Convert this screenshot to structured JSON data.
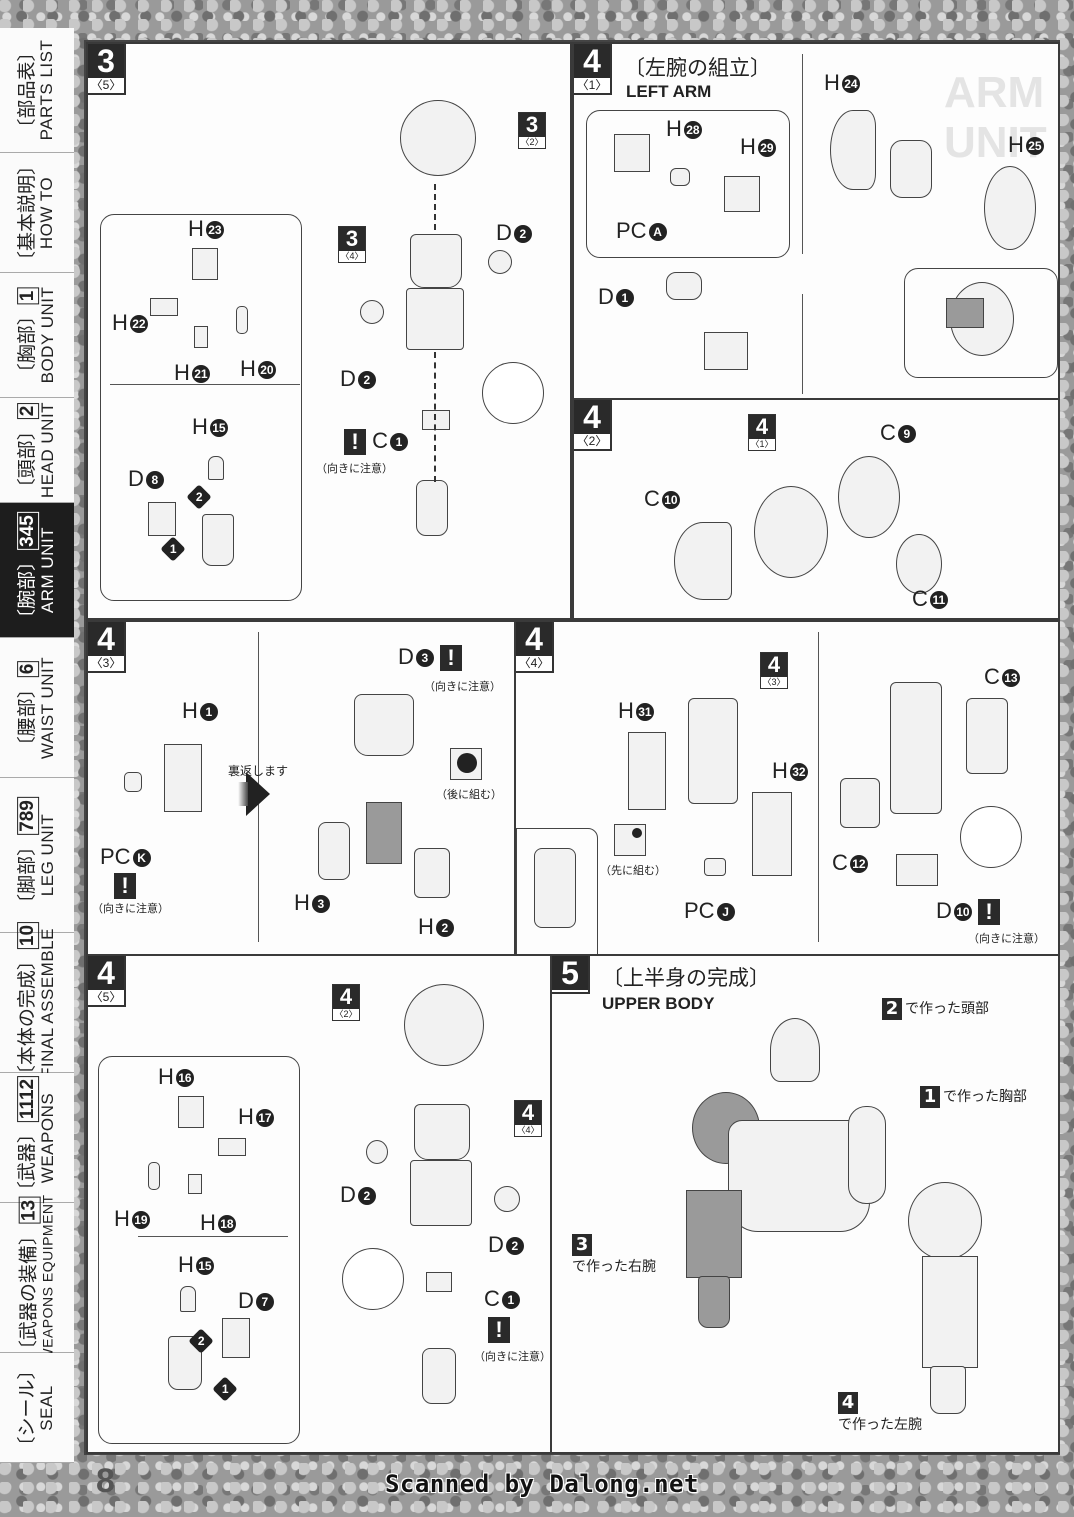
{
  "sidebar": {
    "tabs": [
      {
        "jp": "〔部品表〕",
        "num": "",
        "en": "PARTS LIST",
        "active": false
      },
      {
        "jp": "〔基本説明〕",
        "num": "",
        "en": "HOW TO",
        "active": false
      },
      {
        "jp": "〔胸部〕",
        "num": "1",
        "en": "BODY UNIT",
        "active": false
      },
      {
        "jp": "〔頭部〕",
        "num": "2",
        "en": "HEAD UNIT",
        "active": false
      },
      {
        "jp": "〔腕部〕",
        "num": "345",
        "en": "ARM UNIT",
        "active": true
      },
      {
        "jp": "〔腰部〕",
        "num": "6",
        "en": "WAIST UNIT",
        "active": false
      },
      {
        "jp": "〔脚部〕",
        "num": "789",
        "en": "LEG UNIT",
        "active": false
      },
      {
        "jp": "〔本体の完成〕",
        "num": "10",
        "en": "FINAL ASSEMBLE",
        "active": false
      },
      {
        "jp": "〔武器〕",
        "num": "1112",
        "en": "WEAPONS",
        "active": false
      },
      {
        "jp": "〔武器の装備〕",
        "num": "13",
        "en": "WEAPONS EQUIPMENT",
        "active": false
      },
      {
        "jp": "〔シール〕",
        "num": "",
        "en": "SEAL",
        "active": false
      }
    ]
  },
  "panels": {
    "p3_5": {
      "step": "3",
      "sub": "〈5〉",
      "labels": {
        "h23": "H",
        "h23n": "23",
        "h22": "H",
        "h22n": "22",
        "h21": "H",
        "h21n": "21",
        "h20": "H",
        "h20n": "20",
        "h15": "H",
        "h15n": "15",
        "d8": "D",
        "d8n": "8",
        "d2a": "D",
        "d2an": "2",
        "d2b": "D",
        "d2bn": "2",
        "c1": "C",
        "c1n": "1"
      },
      "ref_top": {
        "big": "3",
        "sub": "〈2〉"
      },
      "ref_mid": {
        "big": "3",
        "sub": "〈4〉"
      },
      "order1": "1",
      "order2": "2",
      "warn": "!",
      "note": "（向きに注意）"
    },
    "p4_1": {
      "step": "4",
      "sub": "〈1〉",
      "title_jp": "〔左腕の組立〕",
      "title_en": "LEFT ARM",
      "bg_text": "ARM UNIT",
      "labels": {
        "h28": "H",
        "h28n": "28",
        "h29": "H",
        "h29n": "29",
        "pca": "PC",
        "pcan": "A",
        "d1": "D",
        "d1n": "1",
        "h24": "H",
        "h24n": "24",
        "h25": "H",
        "h25n": "25"
      }
    },
    "p4_2": {
      "step": "4",
      "sub": "〈2〉",
      "ref": {
        "big": "4",
        "sub": "〈1〉"
      },
      "labels": {
        "c9": "C",
        "c9n": "9",
        "c10": "C",
        "c10n": "10",
        "c11": "C",
        "c11n": "11"
      }
    },
    "p4_3": {
      "step": "4",
      "sub": "〈3〉",
      "labels": {
        "h1": "H",
        "h1n": "1",
        "pck": "PC",
        "pckn": "K",
        "d3": "D",
        "d3n": "3",
        "h3": "H",
        "h3n": "3",
        "h2": "H",
        "h2n": "2"
      },
      "flip_text": "裏返します",
      "warn": "!",
      "note_a": "（向きに注意）",
      "note_b": "（向きに注意）",
      "note_later": "（後に組む）"
    },
    "p4_4": {
      "step": "4",
      "sub": "〈4〉",
      "ref": {
        "big": "4",
        "sub": "〈3〉"
      },
      "labels": {
        "h31": "H",
        "h31n": "31",
        "h32": "H",
        "h32n": "32",
        "pcj": "PC",
        "pcjn": "J",
        "c13": "C",
        "c13n": "13",
        "c12": "C",
        "c12n": "12",
        "d10": "D",
        "d10n": "10"
      },
      "warn": "!",
      "note_first": "（先に組む）",
      "note_dir": "（向きに注意）"
    },
    "p4_5": {
      "step": "4",
      "sub": "〈5〉",
      "ref_top": {
        "big": "4",
        "sub": "〈2〉"
      },
      "ref_mid": {
        "big": "4",
        "sub": "〈4〉"
      },
      "labels": {
        "h16": "H",
        "h16n": "16",
        "h17": "H",
        "h17n": "17",
        "h19": "H",
        "h19n": "19",
        "h18": "H",
        "h18n": "18",
        "h15": "H",
        "h15n": "15",
        "d7": "D",
        "d7n": "7",
        "d2a": "D",
        "d2an": "2",
        "d2b": "D",
        "d2bn": "2",
        "c1": "C",
        "c1n": "1"
      },
      "order1": "1",
      "order2": "2",
      "warn": "!",
      "note": "（向きに注意）"
    },
    "p5": {
      "step": "5",
      "title_jp": "〔上半身の完成〕",
      "title_en": "UPPER BODY",
      "callouts": [
        {
          "num": "2",
          "text": "で作った頭部"
        },
        {
          "num": "1",
          "text": "で作った胸部"
        },
        {
          "num": "3",
          "text": "で作った右腕"
        },
        {
          "num": "4",
          "text": "で作った左腕"
        }
      ]
    }
  },
  "footer": {
    "page_number": "8",
    "credit": "Scanned by Dalong.net"
  }
}
